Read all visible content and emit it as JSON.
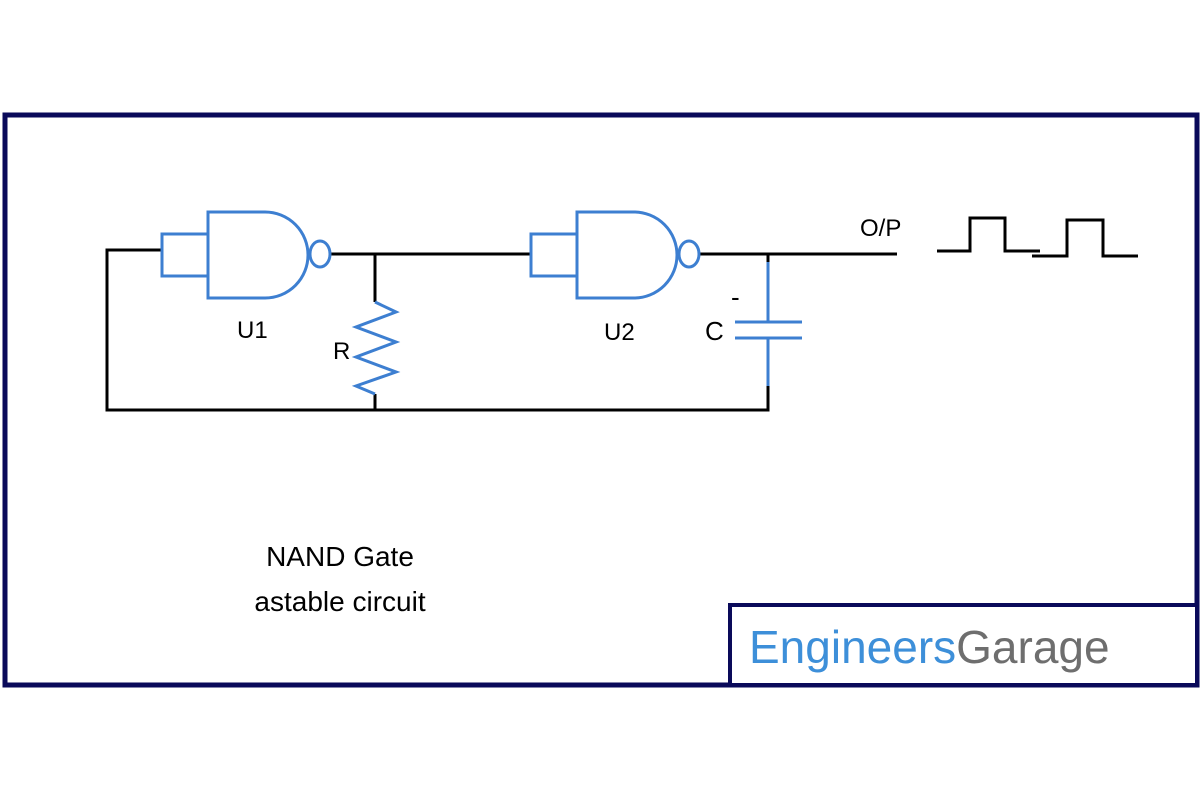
{
  "colors": {
    "frame": "#0a0a5a",
    "wire": "#000000",
    "component": "#3d7fd1",
    "logo_blue": "#3d8fd9",
    "logo_gray": "#6e6e6e"
  },
  "diagram": {
    "gate_u1_label": "U1",
    "gate_u2_label": "U2",
    "resistor_label": "R",
    "capacitor_label": "C",
    "capacitor_polarity": "-",
    "output_label": "O/P",
    "caption_line1": "NAND Gate",
    "caption_line2": "astable circuit"
  },
  "logo": {
    "part1": "Engineers",
    "part2": "Garage"
  }
}
